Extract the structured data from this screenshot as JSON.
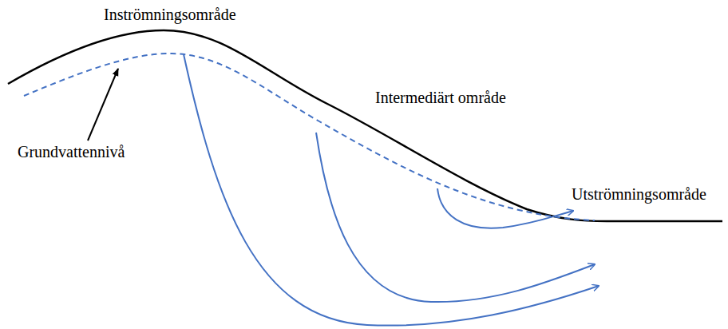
{
  "diagram": {
    "labels": [
      "Inströmningsområde",
      "Grundvattennivå",
      "Intermediärt område",
      "Utströmningsområde"
    ]
  }
}
